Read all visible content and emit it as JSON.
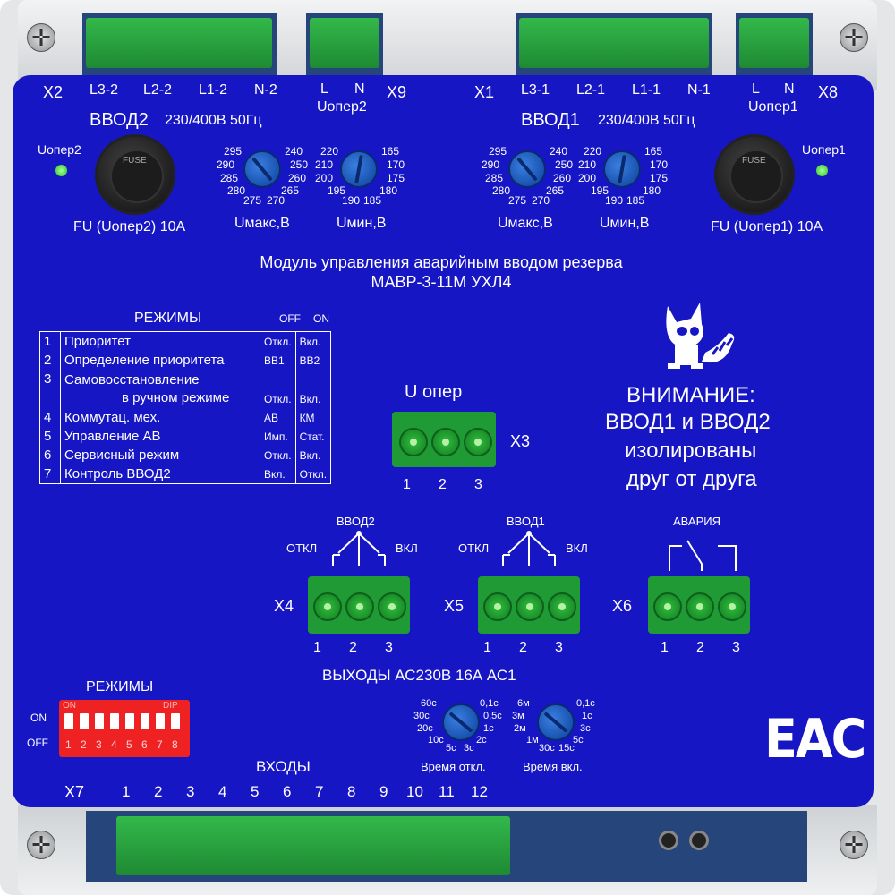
{
  "top": {
    "x2": "X2",
    "x9": "X9",
    "x1": "X1",
    "x8": "X8",
    "vvod2_pins": [
      "L3-2",
      "L2-2",
      "L1-2",
      "N-2"
    ],
    "x9_pins": [
      "L",
      "N"
    ],
    "vvod1_pins": [
      "L3-1",
      "L2-1",
      "L1-1",
      "N-1"
    ],
    "x8_pins": [
      "L",
      "N"
    ],
    "uoper2_label": "Uопер2",
    "uoper1_label": "Uопер1",
    "vvod2_title": "ВВОД2",
    "vvod2_spec": "230/400В 50Гц",
    "vvod1_title": "ВВОД1",
    "vvod1_spec": "230/400В 50Гц"
  },
  "left_block": {
    "led_label": "Uопер2",
    "fuse_label": "FU (Uопер2) 10A",
    "fuse_text": "FUSE",
    "umax_scale": [
      "295",
      "240",
      "290",
      "250",
      "285",
      "260",
      "280",
      "265",
      "275",
      "270"
    ],
    "umax_label": "Uмакс,В",
    "umin_scale": [
      "220",
      "165",
      "210",
      "170",
      "200",
      "175",
      "195",
      "180",
      "190",
      "185"
    ],
    "umin_label": "Uмин,В"
  },
  "right_block": {
    "led_label": "Uопер1",
    "fuse_label": "FU (Uопер1) 10A",
    "fuse_text": "FUSE",
    "umax_scale": [
      "295",
      "240",
      "290",
      "250",
      "285",
      "260",
      "280",
      "265",
      "275",
      "270"
    ],
    "umax_label": "Uмакс,В",
    "umin_scale": [
      "220",
      "165",
      "210",
      "170",
      "200",
      "175",
      "195",
      "180",
      "190",
      "185"
    ],
    "umin_label": "Uмин,В"
  },
  "title": {
    "line1": "Модуль управления аварийным вводом резерва",
    "line2": "МАВР-3-11М УХЛ4"
  },
  "modes_table": {
    "heading": "РЕЖИМЫ",
    "off_header": "OFF",
    "on_header": "ON",
    "rows": [
      {
        "n": "1",
        "name": "Приоритет",
        "name2": "",
        "off": "Откл.",
        "on": "Вкл."
      },
      {
        "n": "2",
        "name": "Определение приоритета",
        "name2": "",
        "off": "ВВ1",
        "on": "ВВ2"
      },
      {
        "n": "3",
        "name": "Самовосстановление",
        "name2": "в ручном режиме",
        "off": "Откл.",
        "on": "Вкл."
      },
      {
        "n": "4",
        "name": "Коммутац. мех.",
        "name2": "",
        "off": "АВ",
        "on": "КМ"
      },
      {
        "n": "5",
        "name": "Управление АВ",
        "name2": "",
        "off": "Имп.",
        "on": "Стат."
      },
      {
        "n": "6",
        "name": "Сервисный режим",
        "name2": "",
        "off": "Откл.",
        "on": "Вкл."
      },
      {
        "n": "7",
        "name": "Контроль ВВОД2",
        "name2": "",
        "off": "Вкл.",
        "on": "Откл."
      }
    ]
  },
  "x3": {
    "title": "U опер",
    "label": "X3",
    "pins": [
      "1",
      "2",
      "3"
    ]
  },
  "warning": {
    "line1": "ВНИМАНИЕ:",
    "line2": "ВВОД1 и ВВОД2",
    "line3": "изолированы",
    "line4": "друг от друга"
  },
  "x4": {
    "label": "X4",
    "title": "ВВОД2",
    "off": "ОТКЛ",
    "on": "ВКЛ",
    "pins": [
      "1",
      "2",
      "3"
    ]
  },
  "x5": {
    "label": "X5",
    "title": "ВВОД1",
    "off": "ОТКЛ",
    "on": "ВКЛ",
    "pins": [
      "1",
      "2",
      "3"
    ]
  },
  "x6": {
    "label": "X6",
    "title": "АВАРИЯ",
    "pins": [
      "1",
      "2",
      "3"
    ]
  },
  "outputs_label": "ВЫХОДЫ  АС230В 16А  АС1",
  "dip": {
    "heading": "РЕЖИМЫ",
    "on_label": "ON",
    "off_label": "OFF",
    "top_on": "ON",
    "top_dip": "DIP",
    "numbers": [
      "1",
      "2",
      "3",
      "4",
      "5",
      "6",
      "7",
      "8"
    ]
  },
  "timer_off": {
    "scale": [
      "60с",
      "0,1с",
      "30с",
      "0,5с",
      "20с",
      "1с",
      "10с",
      "2с",
      "5с",
      "3с"
    ],
    "label": "Время откл."
  },
  "timer_on": {
    "scale": [
      "6м",
      "0,1с",
      "3м",
      "1с",
      "2м",
      "3с",
      "1м",
      "5с",
      "30с",
      "15с"
    ],
    "label": "Время вкл."
  },
  "inputs": {
    "heading": "ВХОДЫ",
    "x7": "X7",
    "numbers": [
      "1",
      "2",
      "3",
      "4",
      "5",
      "6",
      "7",
      "8",
      "9",
      "10",
      "11",
      "12"
    ]
  },
  "eac": "ЕАС",
  "colors": {
    "panel": "#1616c4",
    "terminal": "#2aa640",
    "led": "#3ddc2a",
    "dip": "#ee2222"
  }
}
